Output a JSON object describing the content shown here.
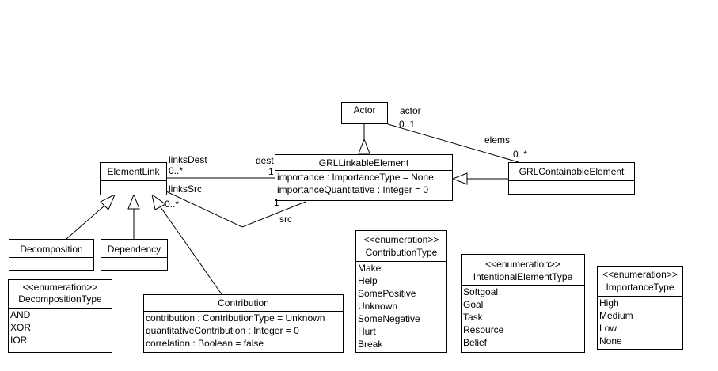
{
  "classes": {
    "actor": {
      "name": "Actor"
    },
    "element_link": {
      "name": "ElementLink"
    },
    "grl_linkable_element": {
      "name": "GRLLinkableElement",
      "attributes": [
        "importance : ImportanceType = None",
        "importanceQuantitative : Integer = 0"
      ]
    },
    "grl_containable_element": {
      "name": "GRLContainableElement"
    },
    "decomposition": {
      "name": "Decomposition"
    },
    "dependency": {
      "name": "Dependency"
    },
    "contribution": {
      "name": "Contribution",
      "attributes": [
        "contribution : ContributionType = Unknown",
        "quantitativeContribution : Integer = 0",
        "correlation : Boolean = false"
      ]
    }
  },
  "enumerations": {
    "stereotype": "<<enumeration>>",
    "decomposition_type": {
      "name": "DecompositionType",
      "literals": [
        "AND",
        "XOR",
        "IOR"
      ]
    },
    "contribution_type": {
      "name": "ContributionType",
      "literals": [
        "Make",
        "Help",
        "SomePositive",
        "Unknown",
        "SomeNegative",
        "Hurt",
        "Break"
      ]
    },
    "intentional_element_type": {
      "name": "IntentionalElementType",
      "literals": [
        "Softgoal",
        "Goal",
        "Task",
        "Resource",
        "Belief"
      ]
    },
    "importance_type": {
      "name": "ImportanceType",
      "literals": [
        "High",
        "Medium",
        "Low",
        "None"
      ]
    }
  },
  "associations": {
    "actor_elems": {
      "role_actor": "actor",
      "mult_actor": "0..1",
      "role_elems": "elems",
      "mult_elems": "0..*"
    },
    "links_dest": {
      "role_link": "linksDest",
      "mult_link": "0..*",
      "role_elem": "dest",
      "mult_elem": "1"
    },
    "links_src": {
      "role_link": "linksSrc",
      "mult_link": "0..*",
      "role_elem": "src",
      "mult_elem": "1"
    }
  }
}
